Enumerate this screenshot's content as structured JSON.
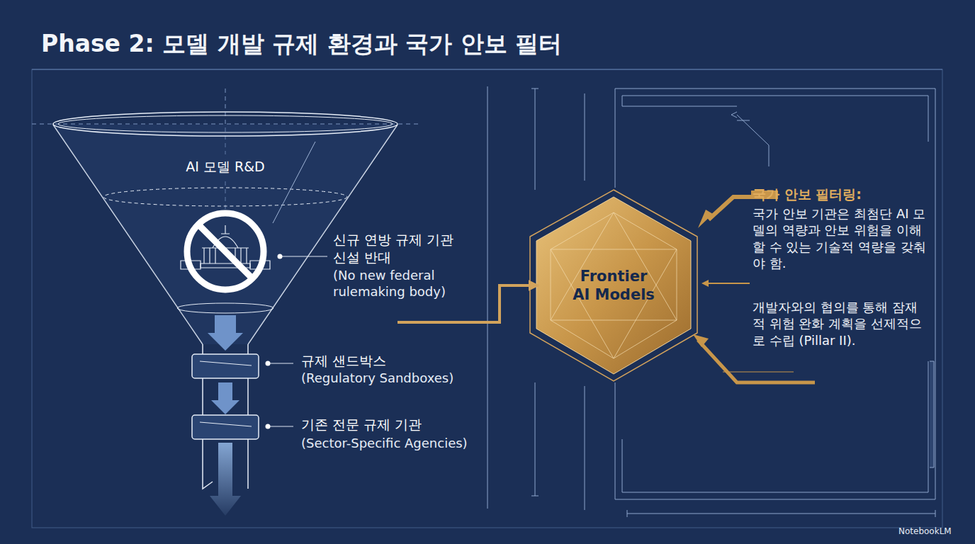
{
  "diagram": {
    "title": "Phase 2: 모델 개발 규제 환경과 국가 안보 필터",
    "nodes": [
      {
        "text": [
          "AI 모델 R&D"
        ]
      },
      {
        "text": [
          "Frontier AI Models"
        ]
      }
    ],
    "edges": [
      {
        "from": 0,
        "to": 1,
        "arrow": "to"
      }
    ],
    "labels": [
      "신규 연방 규제 기관 신설 반대",
      "(No new federal rulemaking body)",
      "규제 샌드박스",
      "(Regulatory Sandboxes)",
      "기존 전문 규제 기관",
      "(Sector-Specific Agencies)",
      "국가 안보 필터링:",
      "국가 안보 기관은 최첨단 AI 모델의 역량과 안보 위험을 이해할 수 있는 기술적 역량을 갖춰야 함.",
      "개발자와의 협의를 통해 잠재적 위험 완화 계획을 선제적으로 수립 (Pillar II).",
      "NotebookLM"
    ]
  }
}
